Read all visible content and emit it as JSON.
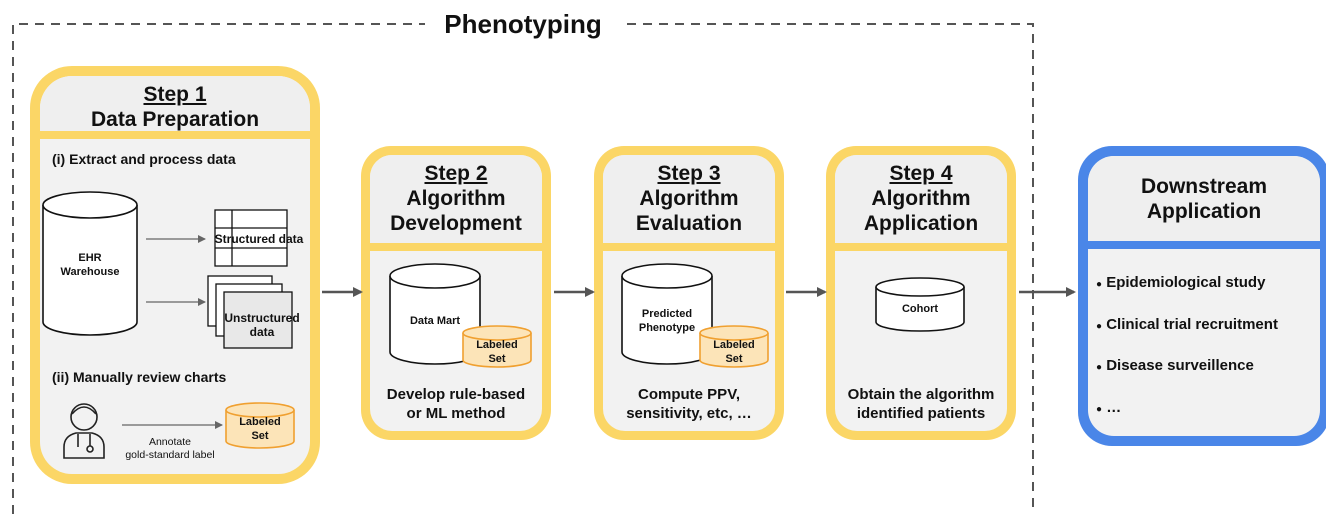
{
  "frame": {
    "title": "Phenotyping"
  },
  "step1": {
    "step": "Step 1",
    "name": "Data Preparation",
    "sub_i": "(i) Extract and process data",
    "warehouse": "EHR\nWarehouse",
    "structured": "Structured data",
    "unstructured": "Unstructured\ndata",
    "sub_ii": "(ii) Manually review charts",
    "annotate": "Annotate\ngold-standard label",
    "labeled_set": "Labeled\nSet"
  },
  "step2": {
    "step": "Step 2",
    "name": "Algorithm\nDevelopment",
    "db": "Data Mart",
    "labeled_set": "Labeled\nSet",
    "caption": "Develop rule-based\nor ML method"
  },
  "step3": {
    "step": "Step 3",
    "name": "Algorithm\nEvaluation",
    "db": "Predicted\nPhenotype",
    "labeled_set": "Labeled\nSet",
    "caption": "Compute PPV,\nsensitivity, etc, …"
  },
  "step4": {
    "step": "Step 4",
    "name": "Algorithm\nApplication",
    "db": "Cohort",
    "caption": "Obtain the algorithm\nidentified patients"
  },
  "downstream": {
    "title": "Downstream\nApplication",
    "items": [
      "Epidemiological study",
      "Clinical trial recruitment",
      "Disease surveillence",
      "…"
    ],
    "bullet": "●"
  },
  "colors": {
    "step_border": "#FBD666",
    "step_header_bg": "#EFEFEF",
    "step_body_bg": "#F2F2F2",
    "downstream_border": "#4A86E8",
    "labeled_fill": "#FCE4B8",
    "labeled_stroke": "#F0A030",
    "arrow": "#555555",
    "frame_dash": "#555555"
  },
  "icons": {
    "person": "doctor-icon"
  }
}
